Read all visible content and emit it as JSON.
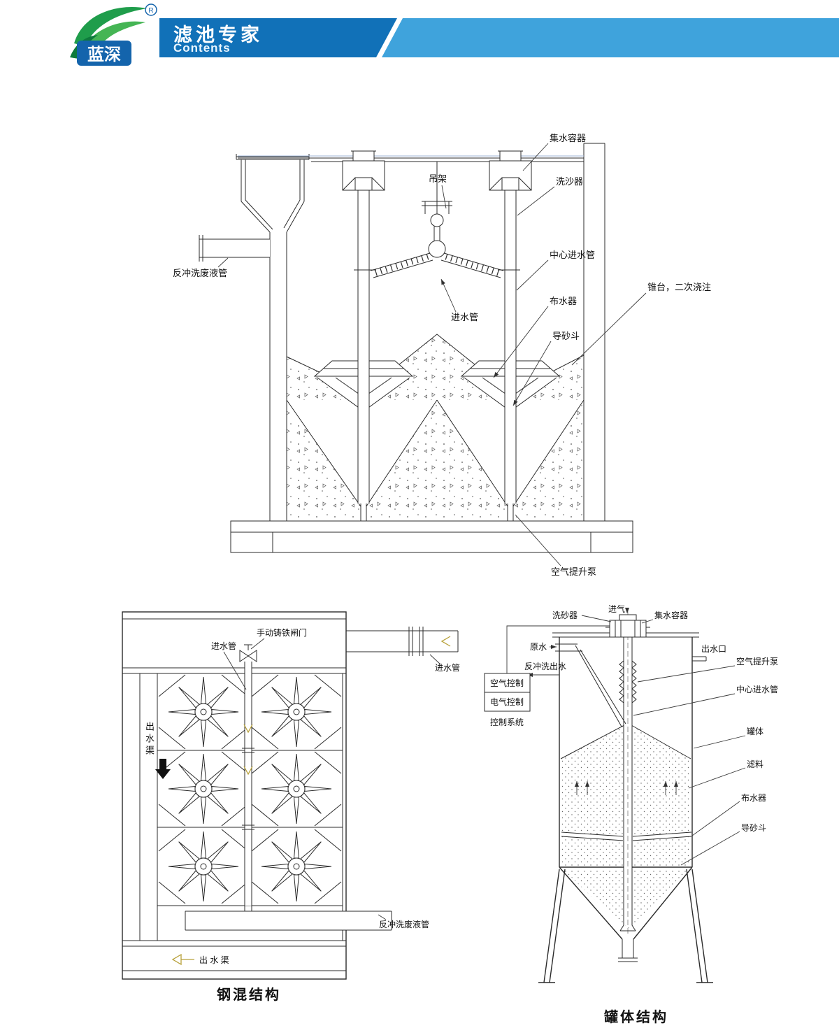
{
  "header": {
    "logo_text": "蓝深",
    "registered_mark": "R",
    "title": "滤池专家",
    "subtitle": "Contents"
  },
  "colors": {
    "banner_dark_blue": "#1171b8",
    "banner_light_blue": "#3fa3dc",
    "logo_box_blue": "#1464ac",
    "logo_green_dark": "#1f9d4b",
    "logo_green_light": "#45b554",
    "drawing_line": "#2b2b2b"
  },
  "top_diagram": {
    "labels": {
      "water_collector": "集水容器",
      "hanger": "吊架",
      "sand_washer": "洗沙器",
      "center_inlet_pipe": "中心进水管",
      "water_distributor": "布水器",
      "sand_guide_hopper": "导砂斗",
      "cone_secondary_pour": "锥台，二次浇注",
      "backwash_waste_pipe": "反冲洗废液管",
      "inlet_pipe": "进水管",
      "air_lift_pump": "空气提升泵"
    }
  },
  "left_diagram": {
    "caption": "钢混结构",
    "labels": {
      "manual_cast_iron_gate": "手动铸铁闸门",
      "inlet_pipe_center": "进水管",
      "inlet_pipe_right": "进水管",
      "outlet_channel_left": "出水渠",
      "outlet_channel_bottom": "出 水 渠",
      "backwash_waste_pipe": "反冲洗废液管"
    }
  },
  "right_diagram": {
    "caption": "罐体结构",
    "labels": {
      "sand_washer": "洗砂器",
      "air_inlet": "进气",
      "water_collector": "集水容器",
      "raw_water": "原水",
      "backwash_outlet": "反冲洗出水",
      "water_outlet": "出水口",
      "air_lift_pump": "空气提升泵",
      "center_inlet_pipe": "中心进水管",
      "tank_body": "罐体",
      "filter_media": "滤料",
      "water_distributor": "布水器",
      "sand_guide_hopper": "导砂斗",
      "air_control": "空气控制",
      "electric_control": "电气控制",
      "control_system": "控制系统"
    }
  }
}
